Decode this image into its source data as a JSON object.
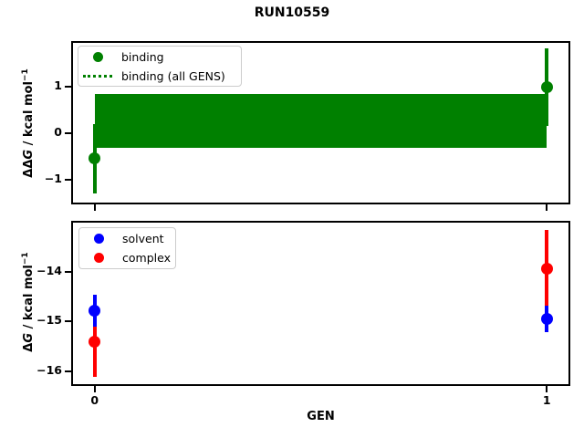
{
  "labels": {
    "title": "RUN10559",
    "xlabel": "GEN",
    "top_ylabel": {
      "delta": "ΔΔ",
      "sym": "G",
      "rest": " / kcal mol",
      "sup": "−1",
      "full": "ΔΔG / kcal mol⁻¹"
    },
    "bottom_ylabel": {
      "delta": "Δ",
      "sym": "G",
      "rest": " / kcal mol",
      "sup": "−1",
      "full": "ΔG / kcal mol⁻¹"
    }
  },
  "colors": {
    "binding": "#008000",
    "solvent": "#0000ff",
    "complex": "#ff0000",
    "axis": "#000000",
    "legend_border": "#cccccc",
    "background": "#ffffff"
  },
  "chart_data": [
    {
      "type": "scatter",
      "title": "RUN10559",
      "ylabel": "ΔΔG / kcal mol⁻¹",
      "xlabel": "",
      "xlim": [
        -0.048,
        1.048
      ],
      "ylim": [
        -1.5,
        1.95
      ],
      "yticks": [
        1,
        0,
        -1
      ],
      "ytick_labels": [
        "1",
        "0",
        "−1"
      ],
      "xticks": [
        0,
        1
      ],
      "xtick_labels": [],
      "grid": false,
      "legend_position": "upper left",
      "band": {
        "label": "binding (all GENS)",
        "x_range": [
          0,
          1
        ],
        "y_low": -0.32,
        "y_high": 0.84,
        "y_mean": 0.26,
        "color": "#008000",
        "line_style": "dotted"
      },
      "series": [
        {
          "name": "binding",
          "color": "#008000",
          "marker": "circle",
          "points": [
            {
              "x": 0,
              "y": -0.55,
              "y_err_low": -1.3,
              "y_err_high": 0.2
            },
            {
              "x": 1,
              "y": 1.0,
              "y_err_low": 0.16,
              "y_err_high": 1.84
            }
          ]
        }
      ],
      "legend": [
        {
          "label": "binding",
          "marker": "dot",
          "color": "#008000"
        },
        {
          "label": "binding (all GENS)",
          "marker": "dotted-line",
          "color": "#008000"
        }
      ]
    },
    {
      "type": "scatter",
      "title": "",
      "ylabel": "ΔG / kcal mol⁻¹",
      "xlabel": "GEN",
      "xlim": [
        -0.048,
        1.048
      ],
      "ylim": [
        -16.26,
        -13.02
      ],
      "yticks": [
        -14,
        -15,
        -16
      ],
      "ytick_labels": [
        "−14",
        "−15",
        "−16"
      ],
      "xticks": [
        0,
        1
      ],
      "xtick_labels": [
        "0",
        "1"
      ],
      "grid": false,
      "legend_position": "upper left",
      "series": [
        {
          "name": "complex",
          "color": "#ff0000",
          "marker": "circle",
          "points": [
            {
              "x": 0,
              "y": -15.4,
              "y_err_low": -16.12,
              "y_err_high": -14.68
            },
            {
              "x": 1,
              "y": -13.94,
              "y_err_low": -14.72,
              "y_err_high": -13.16
            }
          ]
        },
        {
          "name": "solvent",
          "color": "#0000ff",
          "marker": "circle",
          "points": [
            {
              "x": 0,
              "y": -14.79,
              "y_err_low": -15.1,
              "y_err_high": -14.47
            },
            {
              "x": 1,
              "y": -14.95,
              "y_err_low": -15.22,
              "y_err_high": -14.68
            }
          ]
        }
      ],
      "legend": [
        {
          "label": "solvent",
          "marker": "dot",
          "color": "#0000ff"
        },
        {
          "label": "complex",
          "marker": "dot",
          "color": "#ff0000"
        }
      ]
    }
  ]
}
